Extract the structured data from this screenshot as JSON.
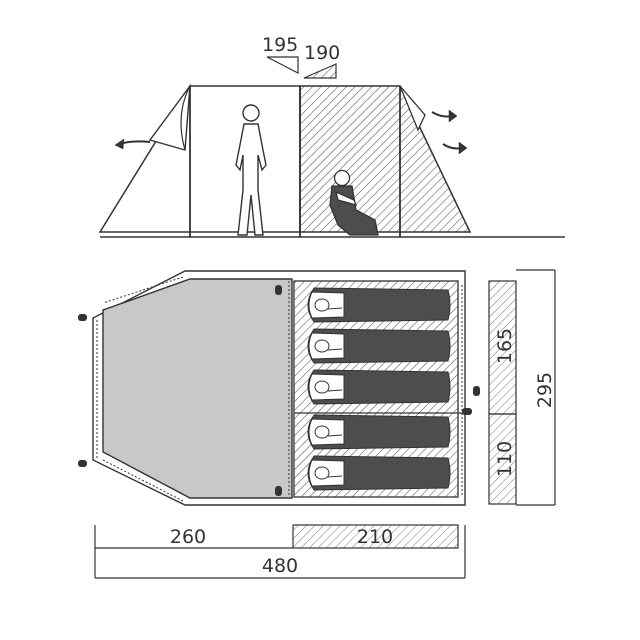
{
  "diagram": {
    "side_view": {
      "peak_heights": {
        "living_height": "195",
        "sleeping_height": "190"
      }
    },
    "floor_plan": {
      "sleeping_bags": 5
    },
    "dimensions": {
      "living_length": "260",
      "sleeping_length": "210",
      "total_length": "480",
      "total_width": "295",
      "bedroom_upper_width": "165",
      "bedroom_lower_width": "110"
    },
    "colors": {
      "line": "#333333",
      "floor_fill": "#c8c8c8",
      "bag_fill": "#4d4d4d",
      "hatch": "#555555"
    },
    "icons": [
      "person-standing-icon",
      "person-sitting-icon",
      "sleeping-bag-icon",
      "airflow-arrow-icon",
      "peg-icon"
    ]
  }
}
